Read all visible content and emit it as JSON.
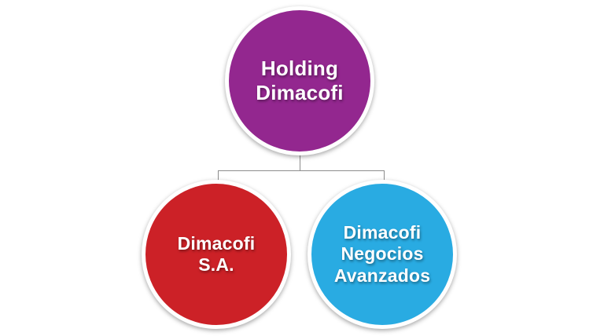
{
  "diagram": {
    "type": "org-chart",
    "background_color": "#ffffff",
    "connector_color": "#8c8c8c",
    "nodes": {
      "root": {
        "label": "Holding\nDimacofi",
        "color": "#93278F",
        "text_color": "#ffffff"
      },
      "child_left": {
        "label": "Dimacofi\nS.A.",
        "color": "#CC2127",
        "text_color": "#ffffff"
      },
      "child_right": {
        "label": "Dimacofi\nNegocios\nAvanzados",
        "color": "#29ABE2",
        "text_color": "#ffffff"
      }
    }
  }
}
